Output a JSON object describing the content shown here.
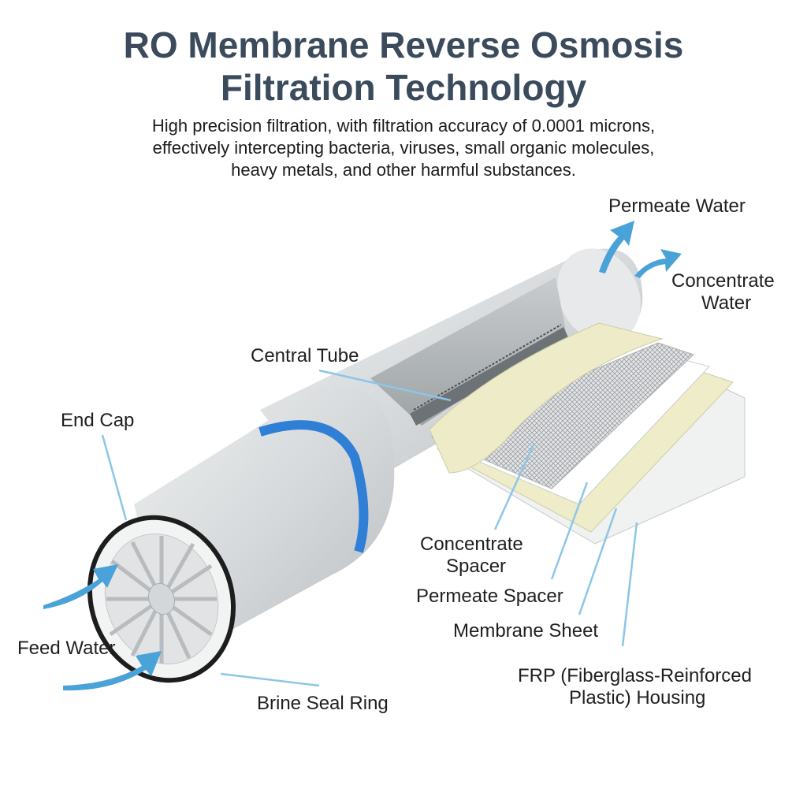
{
  "title": {
    "line1": "RO Membrane Reverse Osmosis",
    "line2": "Filtration Technology"
  },
  "subtitle": {
    "line1": "High precision filtration, with filtration accuracy of 0.0001 microns,",
    "line2": "effectively intercepting bacteria, viruses, small organic molecules,",
    "line3": "heavy metals, and other harmful substances."
  },
  "labels": {
    "permeate_water": "Permeate Water",
    "concentrate_water_1": "Concentrate",
    "concentrate_water_2": "Water",
    "central_tube": "Central Tube",
    "end_cap": "End Cap",
    "feed_water": "Feed Water",
    "brine_seal_ring": "Brine Seal Ring",
    "concentrate_spacer_1": "Concentrate",
    "concentrate_spacer_2": "Spacer",
    "permeate_spacer": "Permeate Spacer",
    "membrane_sheet": "Membrane Sheet",
    "frp_housing_1": "FRP (Fiberglass-Reinforced",
    "frp_housing_2": "Plastic) Housing"
  },
  "colors": {
    "title": "#3b4b5c",
    "accent_band": "#2f7fd6",
    "arrow": "#4aa3d8",
    "leader_line": "#8cc6e8",
    "housing": "#d8dadb"
  }
}
